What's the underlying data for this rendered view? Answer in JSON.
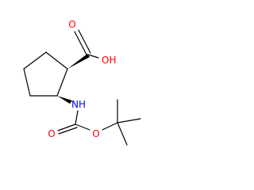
{
  "molecule": {
    "atoms": {
      "carbonyl_acid_O": "O",
      "acid_OH": "OH",
      "amide_NH": "NH",
      "carbamate_carbonyl_O": "O",
      "carbamate_ester_O": "O"
    },
    "colors": {
      "oxygen": "#ff0000",
      "nitrogen": "#0000ff",
      "bond": "#000000"
    }
  }
}
